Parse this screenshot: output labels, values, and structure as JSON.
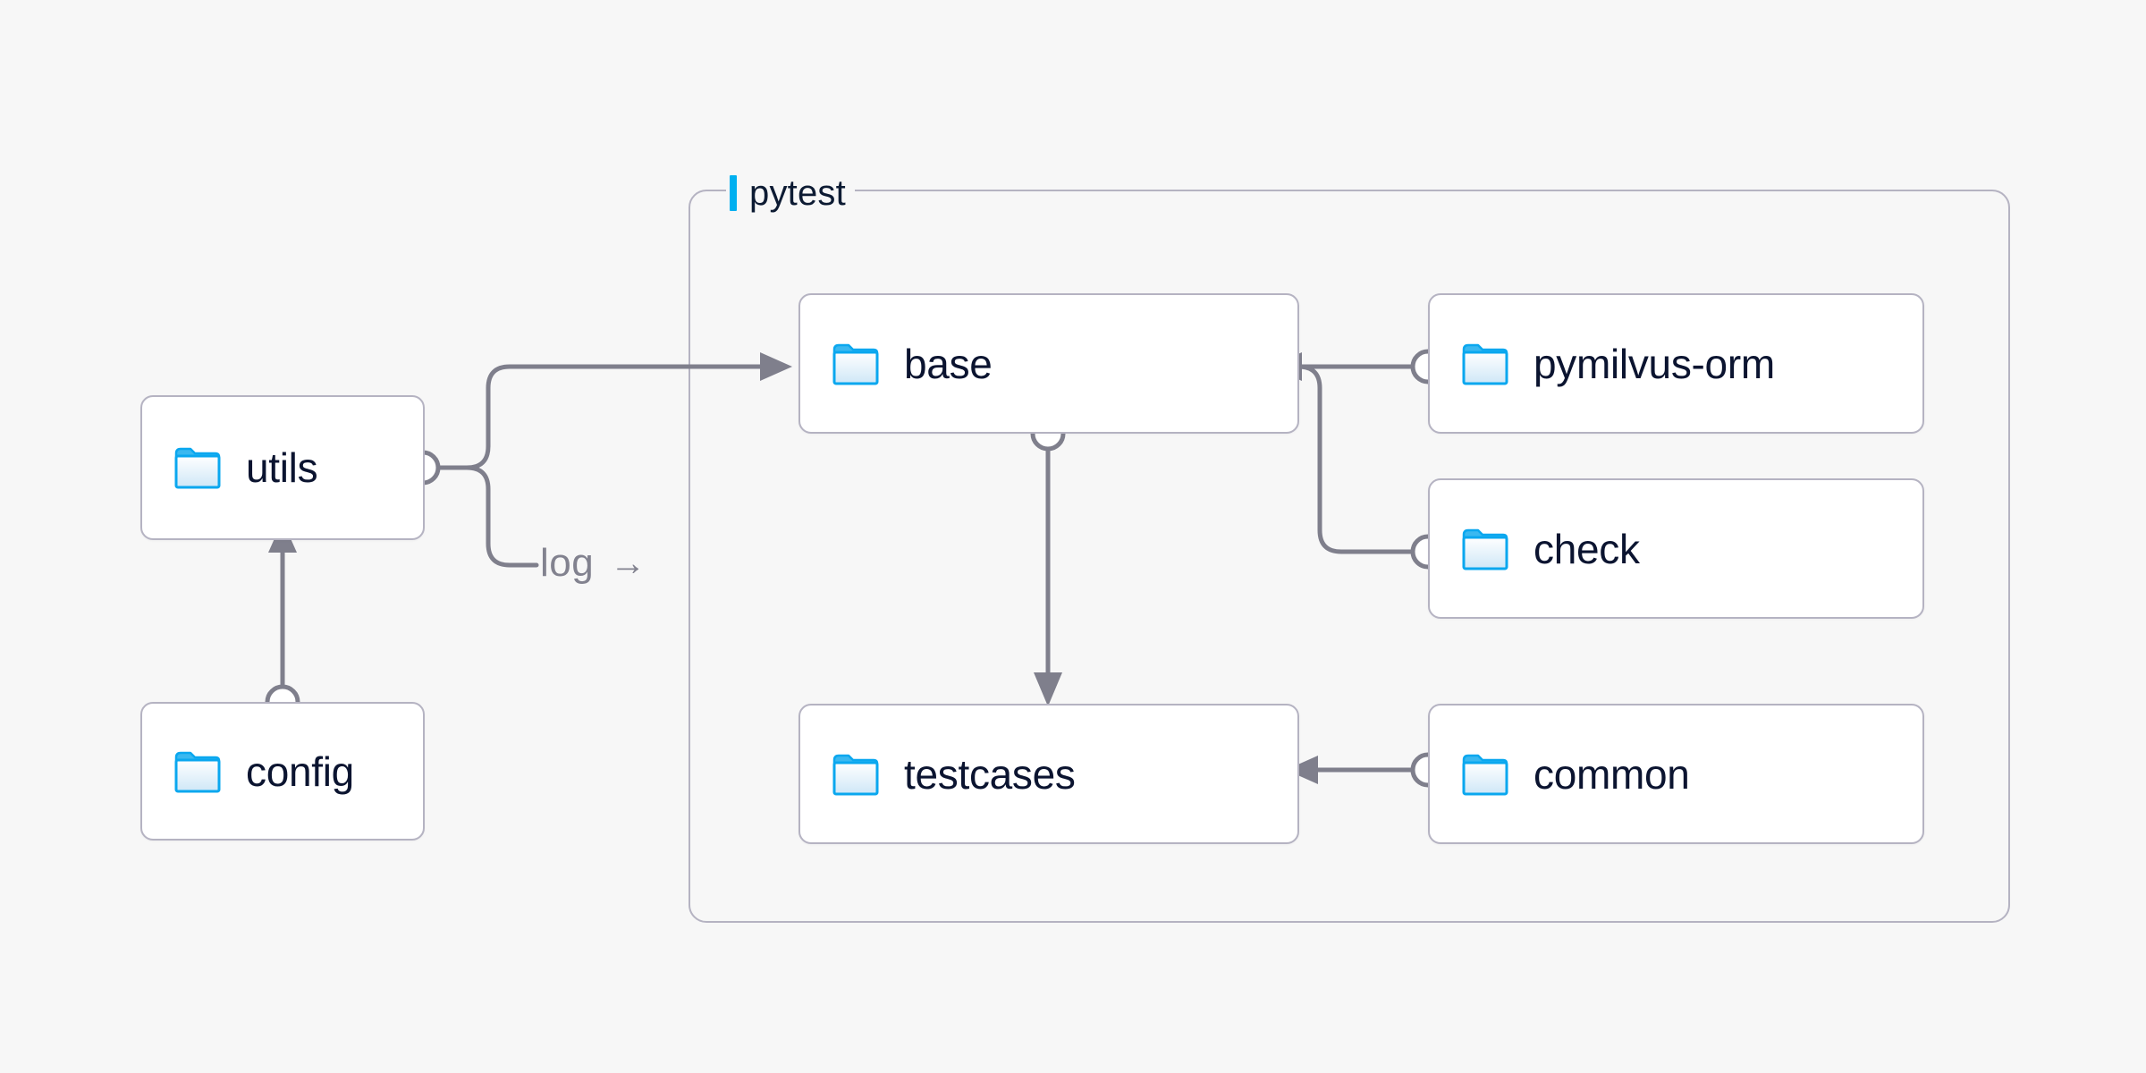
{
  "diagram": {
    "background_color": "#f7f7f7",
    "accent_color": "#00b0f0",
    "node_border_color": "#b5b3c2",
    "wire_color": "#7f7f8c",
    "label_color": "#0b1430",
    "group": {
      "label": "pytest",
      "accent_color": "#00b0f0"
    },
    "nodes": [
      {
        "id": "utils",
        "label": "utils",
        "icon": "folder-icon"
      },
      {
        "id": "config",
        "label": "config",
        "icon": "folder-icon"
      },
      {
        "id": "base",
        "label": "base",
        "icon": "folder-icon"
      },
      {
        "id": "testcases",
        "label": "testcases",
        "icon": "folder-icon"
      },
      {
        "id": "pymilvus-orm",
        "label": "pymilvus-orm",
        "icon": "folder-icon"
      },
      {
        "id": "check",
        "label": "check",
        "icon": "folder-icon"
      },
      {
        "id": "common",
        "label": "common",
        "icon": "folder-icon"
      }
    ],
    "edges": [
      {
        "from": "config",
        "to": "utils",
        "label": ""
      },
      {
        "from": "utils",
        "to": "base",
        "label": ""
      },
      {
        "from": "utils",
        "to": "pytest",
        "label": "log"
      },
      {
        "from": "base",
        "to": "testcases",
        "label": ""
      },
      {
        "from": "pymilvus-orm",
        "to": "base",
        "label": ""
      },
      {
        "from": "check",
        "to": "base",
        "label": ""
      },
      {
        "from": "common",
        "to": "testcases",
        "label": ""
      }
    ],
    "edge_labels": {
      "log": "log",
      "log_arrow": "→"
    }
  }
}
